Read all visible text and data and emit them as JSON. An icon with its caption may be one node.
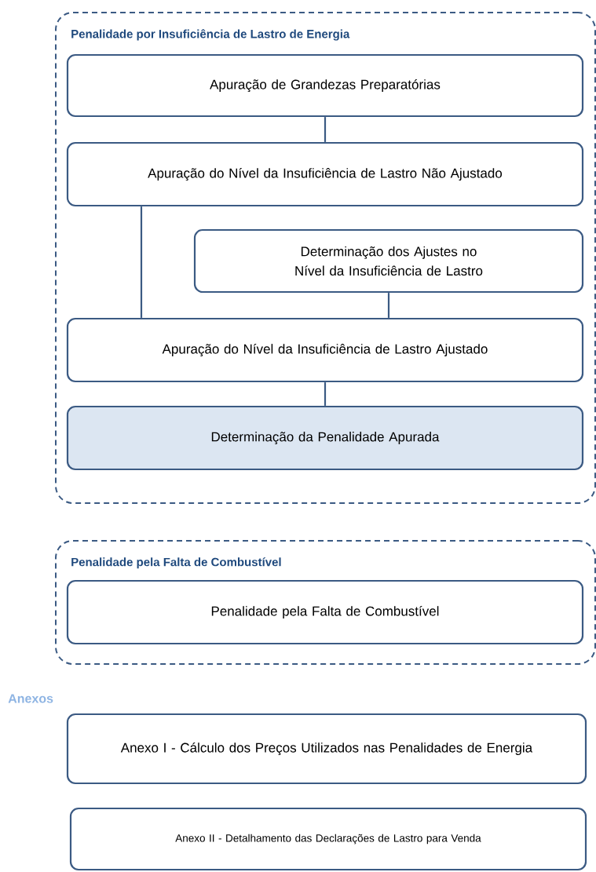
{
  "diagram": {
    "nodes": [
      {
        "text": [
          "Penalidade por Insuficiência de Lastro de Energia"
        ]
      },
      {
        "text": [
          "Apuração de Grandezas Preparatórias"
        ],
        "in": 0
      },
      {
        "text": [
          "Apuração do Nível da Insuficiência de Lastro Não Ajustado"
        ],
        "in": 0
      },
      {
        "text": [
          "Determinação dos Ajustes no Nível da Insuficiência de Lastro"
        ],
        "in": 0
      },
      {
        "text": [
          "Apuração do Nível da Insuficiência de Lastro Ajustado"
        ],
        "in": 0
      },
      {
        "text": [
          "Determinação da Penalidade Apurada"
        ],
        "in": 0
      },
      {
        "text": [
          "Penalidade pela Falta de Combustível"
        ]
      },
      {
        "text": [
          "Penalidade pela Falta de Combustível"
        ],
        "in": 6
      },
      {
        "text": [
          "Anexo I - Cálculo dos Preços Utilizados nas Penalidades de Energia"
        ]
      },
      {
        "text": [
          "Anexo II - Detalhamento das Declarações de Lastro para Venda"
        ]
      }
    ],
    "edges": [
      {
        "from": 1,
        "to": 2,
        "arrow": "none"
      },
      {
        "from": 2,
        "to": 4,
        "arrow": "none"
      },
      {
        "from": 3,
        "to": 4,
        "arrow": "none"
      },
      {
        "from": 4,
        "to": 5,
        "arrow": "none"
      }
    ],
    "labels": [
      "Anexos"
    ]
  }
}
